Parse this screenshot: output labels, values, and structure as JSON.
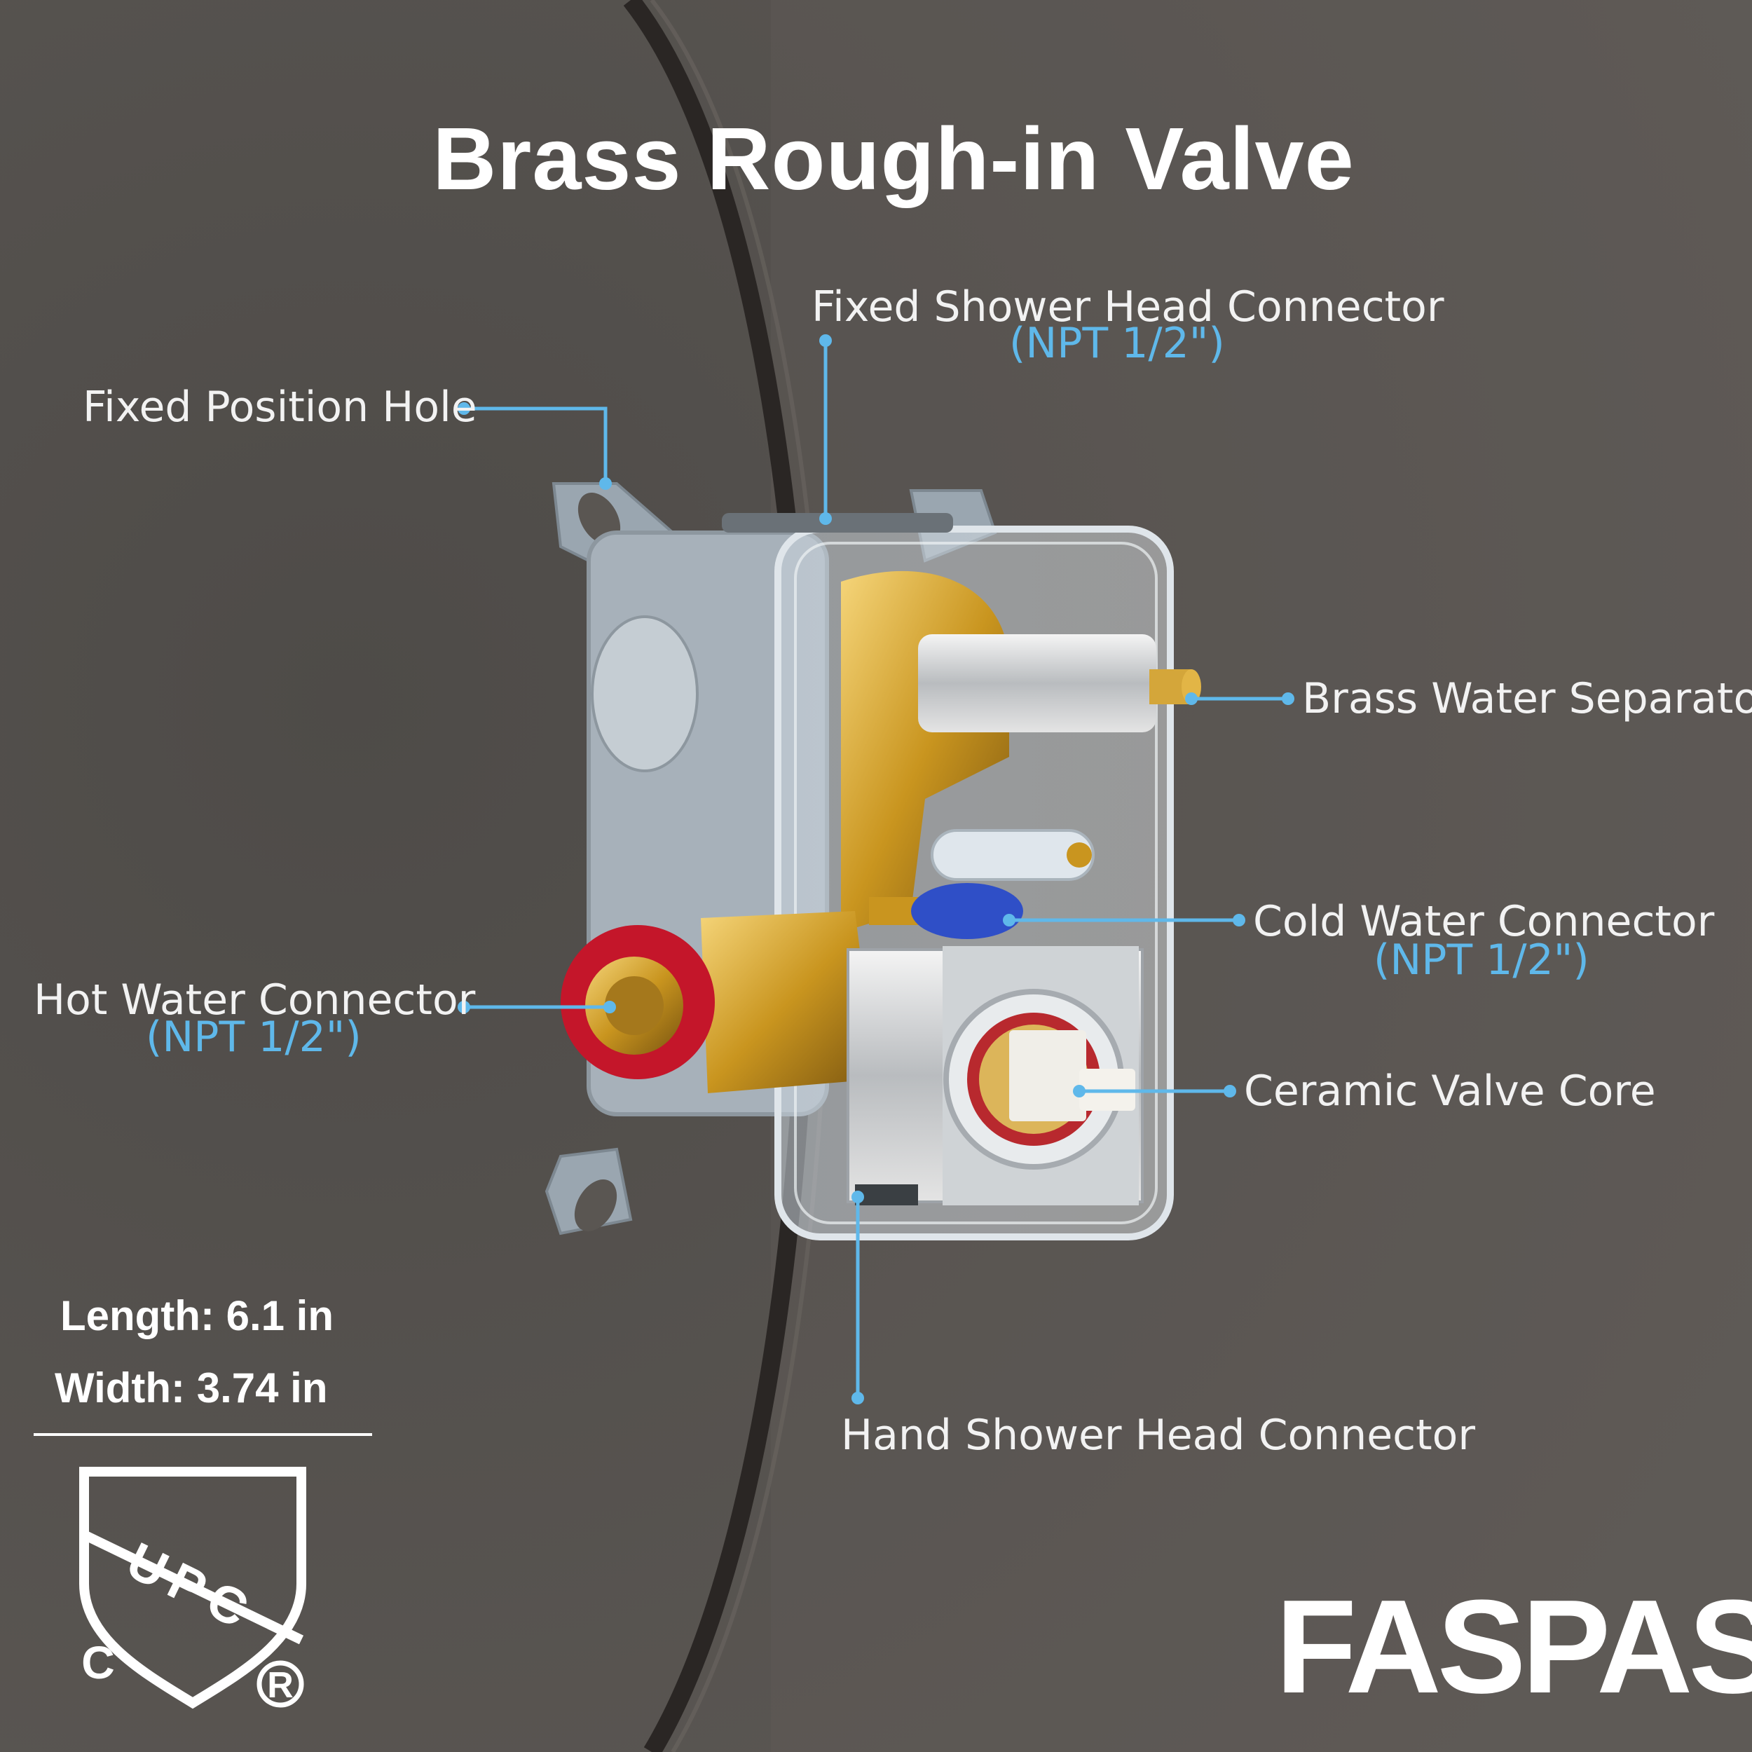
{
  "title": "Brass Rough-in Valve",
  "callouts": {
    "fixed_position_hole": {
      "label": "Fixed Position Hole"
    },
    "fixed_shower_head": {
      "label": "Fixed Shower Head Connector",
      "spec": "(NPT 1/2\")"
    },
    "brass_separator": {
      "label": "Brass Water Separator"
    },
    "cold_water": {
      "label": "Cold Water Connector",
      "spec": "(NPT 1/2\")"
    },
    "hot_water": {
      "label": "Hot Water Connector",
      "spec": "(NPT 1/2\")"
    },
    "ceramic_core": {
      "label": "Ceramic Valve Core"
    },
    "hand_shower_head": {
      "label": "Hand Shower Head Connector"
    }
  },
  "dimensions": {
    "length": "Length: 6.1 in",
    "width": "Width: 3.74 in"
  },
  "certification": {
    "mark": "UPC",
    "c_mark": "C",
    "r_mark": "R"
  },
  "brand": "FASPAS",
  "colors": {
    "background": "#5a5652",
    "accent": "#5fb8ea",
    "text": "#f2f2f2"
  }
}
